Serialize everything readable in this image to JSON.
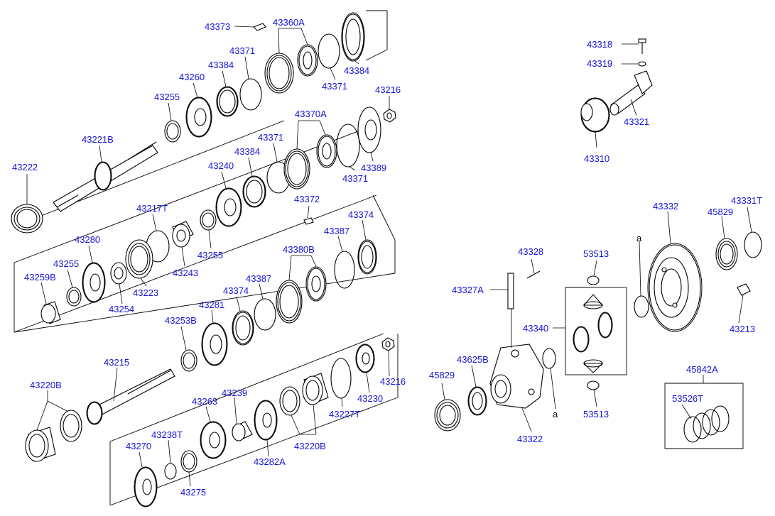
{
  "labels": {
    "p43373": "43373",
    "p43360A": "43360A",
    "p43371a": "43371",
    "p43384a": "43384",
    "p43260": "43260",
    "p43255a": "43255",
    "p43221B": "43221B",
    "p43222": "43222",
    "p43384b": "43384",
    "p43371b": "43371",
    "p43216a": "43216",
    "p43370A": "43370A",
    "p43371c": "43371",
    "p43384c": "43384",
    "p43240": "43240",
    "p43389": "43389",
    "p43371d": "43371",
    "p43372": "43372",
    "p43217T": "43217T",
    "p43280": "43280",
    "p43255b": "43255",
    "p43259B": "43259B",
    "p43223": "43223",
    "p43254": "43254",
    "p43243": "43243",
    "p43255c": "43255",
    "p43374a": "43374",
    "p43387a": "43387",
    "p43380B": "43380B",
    "p43387b": "43387",
    "p43374b": "43374",
    "p43281": "43281",
    "p43253B": "43253B",
    "p43215": "43215",
    "p43220Ba": "43220B",
    "p43239": "43239",
    "p43263": "43263",
    "p43238T": "43238T",
    "p43270": "43270",
    "p43275": "43275",
    "p43282A": "43282A",
    "p43220Bb": "43220B",
    "p43227T": "43227T",
    "p43230": "43230",
    "p43216b": "43216",
    "p43318": "43318",
    "p43319": "43319",
    "p43321": "43321",
    "p43310": "43310",
    "p43328": "43328",
    "p43327A": "43327A",
    "p53513a": "53513",
    "p43340": "43340",
    "p53513b": "53513",
    "p43625B": "43625B",
    "p45829a": "45829",
    "p43322": "43322",
    "p43332": "43332",
    "p45829b": "45829",
    "p43331T": "43331T",
    "p43213": "43213",
    "p45842A": "45842A",
    "p53526T": "53526T"
  },
  "refs": {
    "a_upper": "a",
    "a_lower": "a"
  },
  "colors": {
    "label": "#1515d8",
    "line": "#000000",
    "background": "#ffffff"
  }
}
